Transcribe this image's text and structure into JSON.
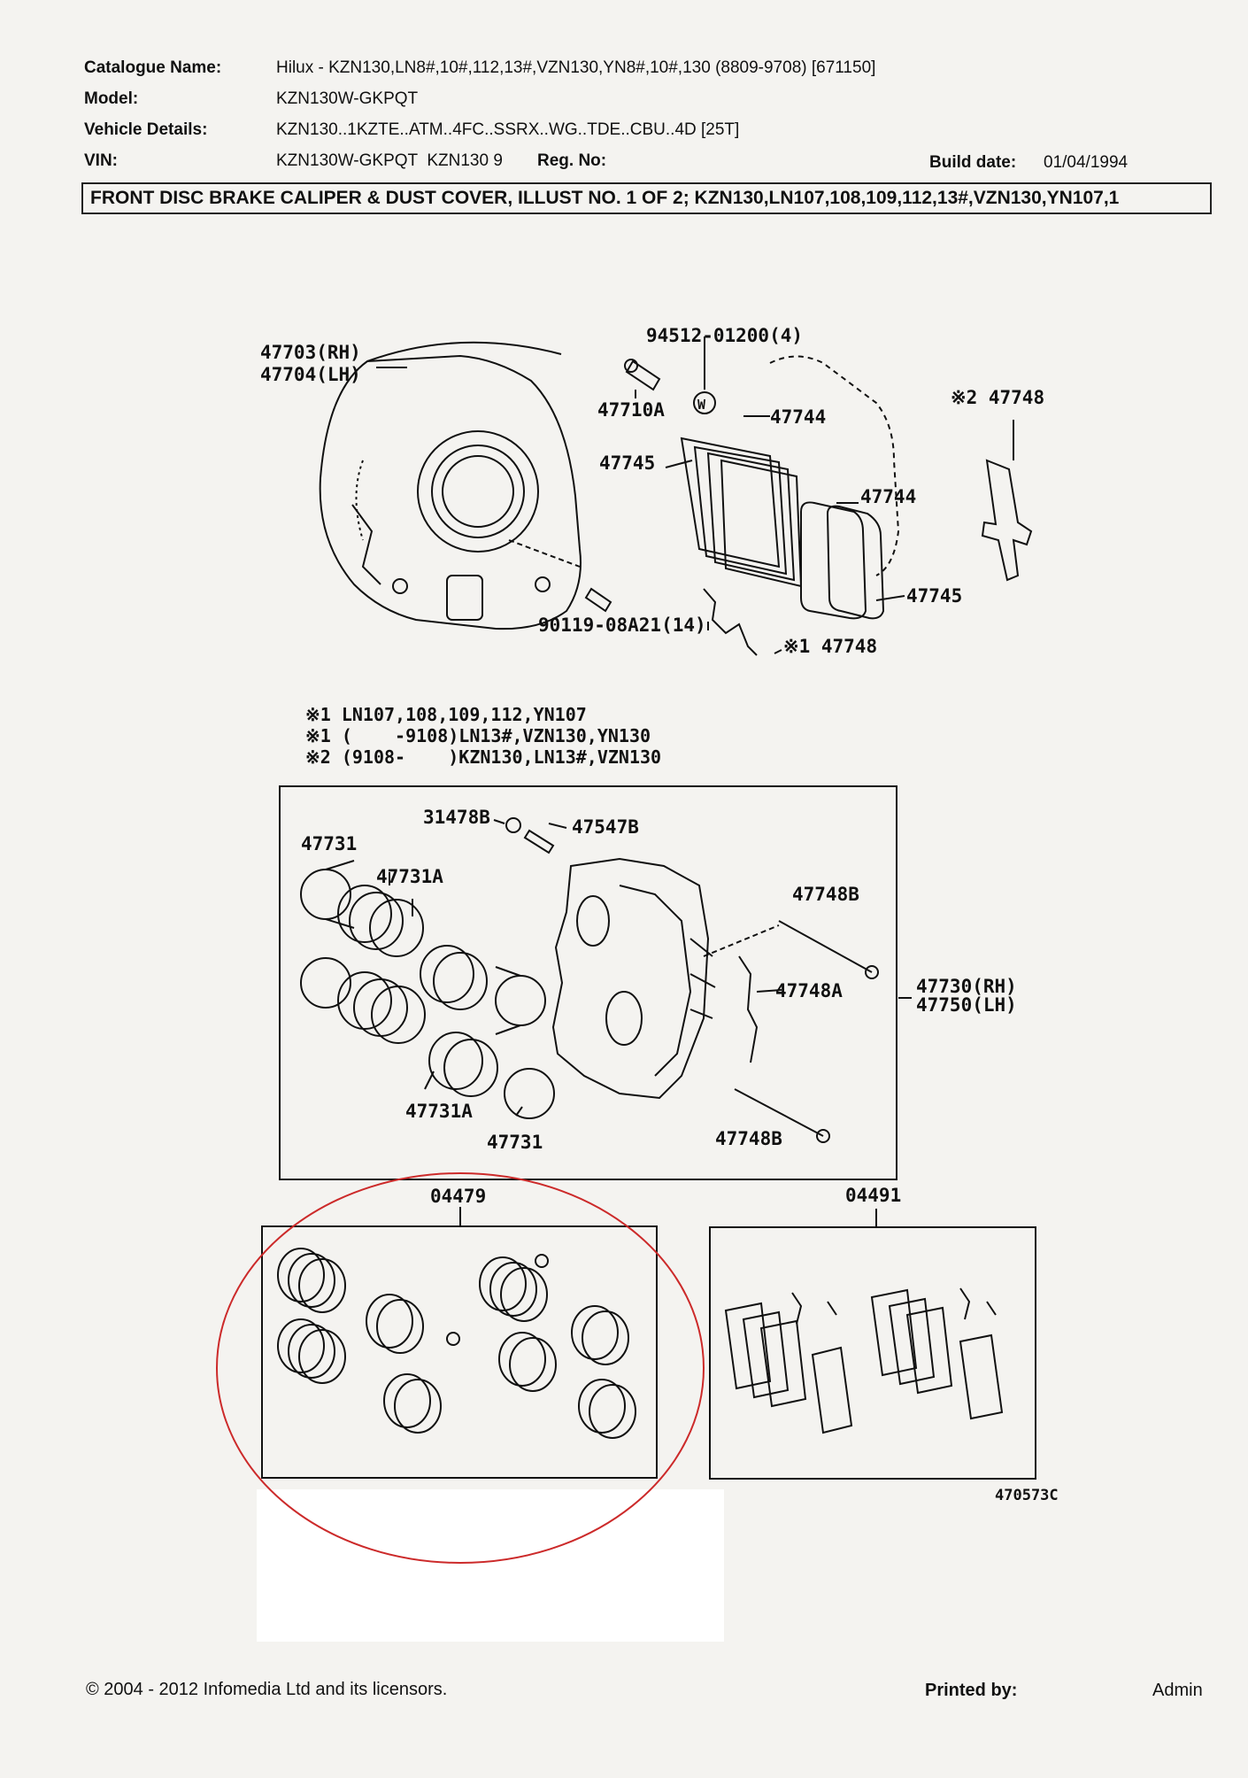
{
  "header": {
    "catalogue_label": "Catalogue Name:",
    "catalogue_value": "Hilux - KZN130,LN8#,10#,112,13#,VZN130,YN8#,10#,130 (8809-9708) [671150]",
    "model_label": "Model:",
    "model_value": "KZN130W-GKPQT",
    "vehicle_label": "Vehicle Details:",
    "vehicle_value": "KZN130..1KZTE..ATM..4FC..SSRX..WG..TDE..CBU..4D [25T]",
    "vin_label": "VIN:",
    "vin_value": "KZN130W-GKPQT  KZN130 9",
    "reg_label": "Reg. No:",
    "build_label": "Build date:",
    "build_value": "01/04/1994"
  },
  "title": "FRONT DISC BRAKE CALIPER & DUST COVER, ILLUST NO. 1 OF 2; KZN130,LN107,108,109,112,13#,VZN130,YN107,1",
  "parts": {
    "p47703": "47703(RH)",
    "p47704": "47704(LH)",
    "p94512": "94512-01200(4)",
    "p47710A": "47710A",
    "w_mark": "W",
    "p47744_top": "47744",
    "p47745_top": "47745",
    "p47748_x2": "※2 47748",
    "p47744_mid": "47744",
    "p47745_right": "47745",
    "p90119": "90119-08A21(14)",
    "p47748_x1": "※1 47748",
    "p31478B": "31478B",
    "p47547B": "47547B",
    "p47731_top": "47731",
    "p47731A_top": "47731A",
    "p47748B_top": "47748B",
    "p47748A": "47748A",
    "p47730": "47730(RH)",
    "p47750": "47750(LH)",
    "p47731A_bot": "47731A",
    "p47731_bot": "47731",
    "p47748B_bot": "47748B",
    "p04479": "04479",
    "p04491": "04491",
    "illus_no": "470573C"
  },
  "notes": [
    "※1 LN107,108,109,112,YN107",
    "※1 (    -9108)LN13#,VZN130,YN130",
    "※2 (9108-    )KZN130,LN13#,VZN130"
  ],
  "footer": {
    "copyright": "© 2004 - 2012 Infomedia Ltd and its licensors.",
    "printed_label": "Printed by:",
    "printed_value": "Admin"
  },
  "colors": {
    "highlight": "#cc2a2a",
    "ink": "#111111"
  }
}
